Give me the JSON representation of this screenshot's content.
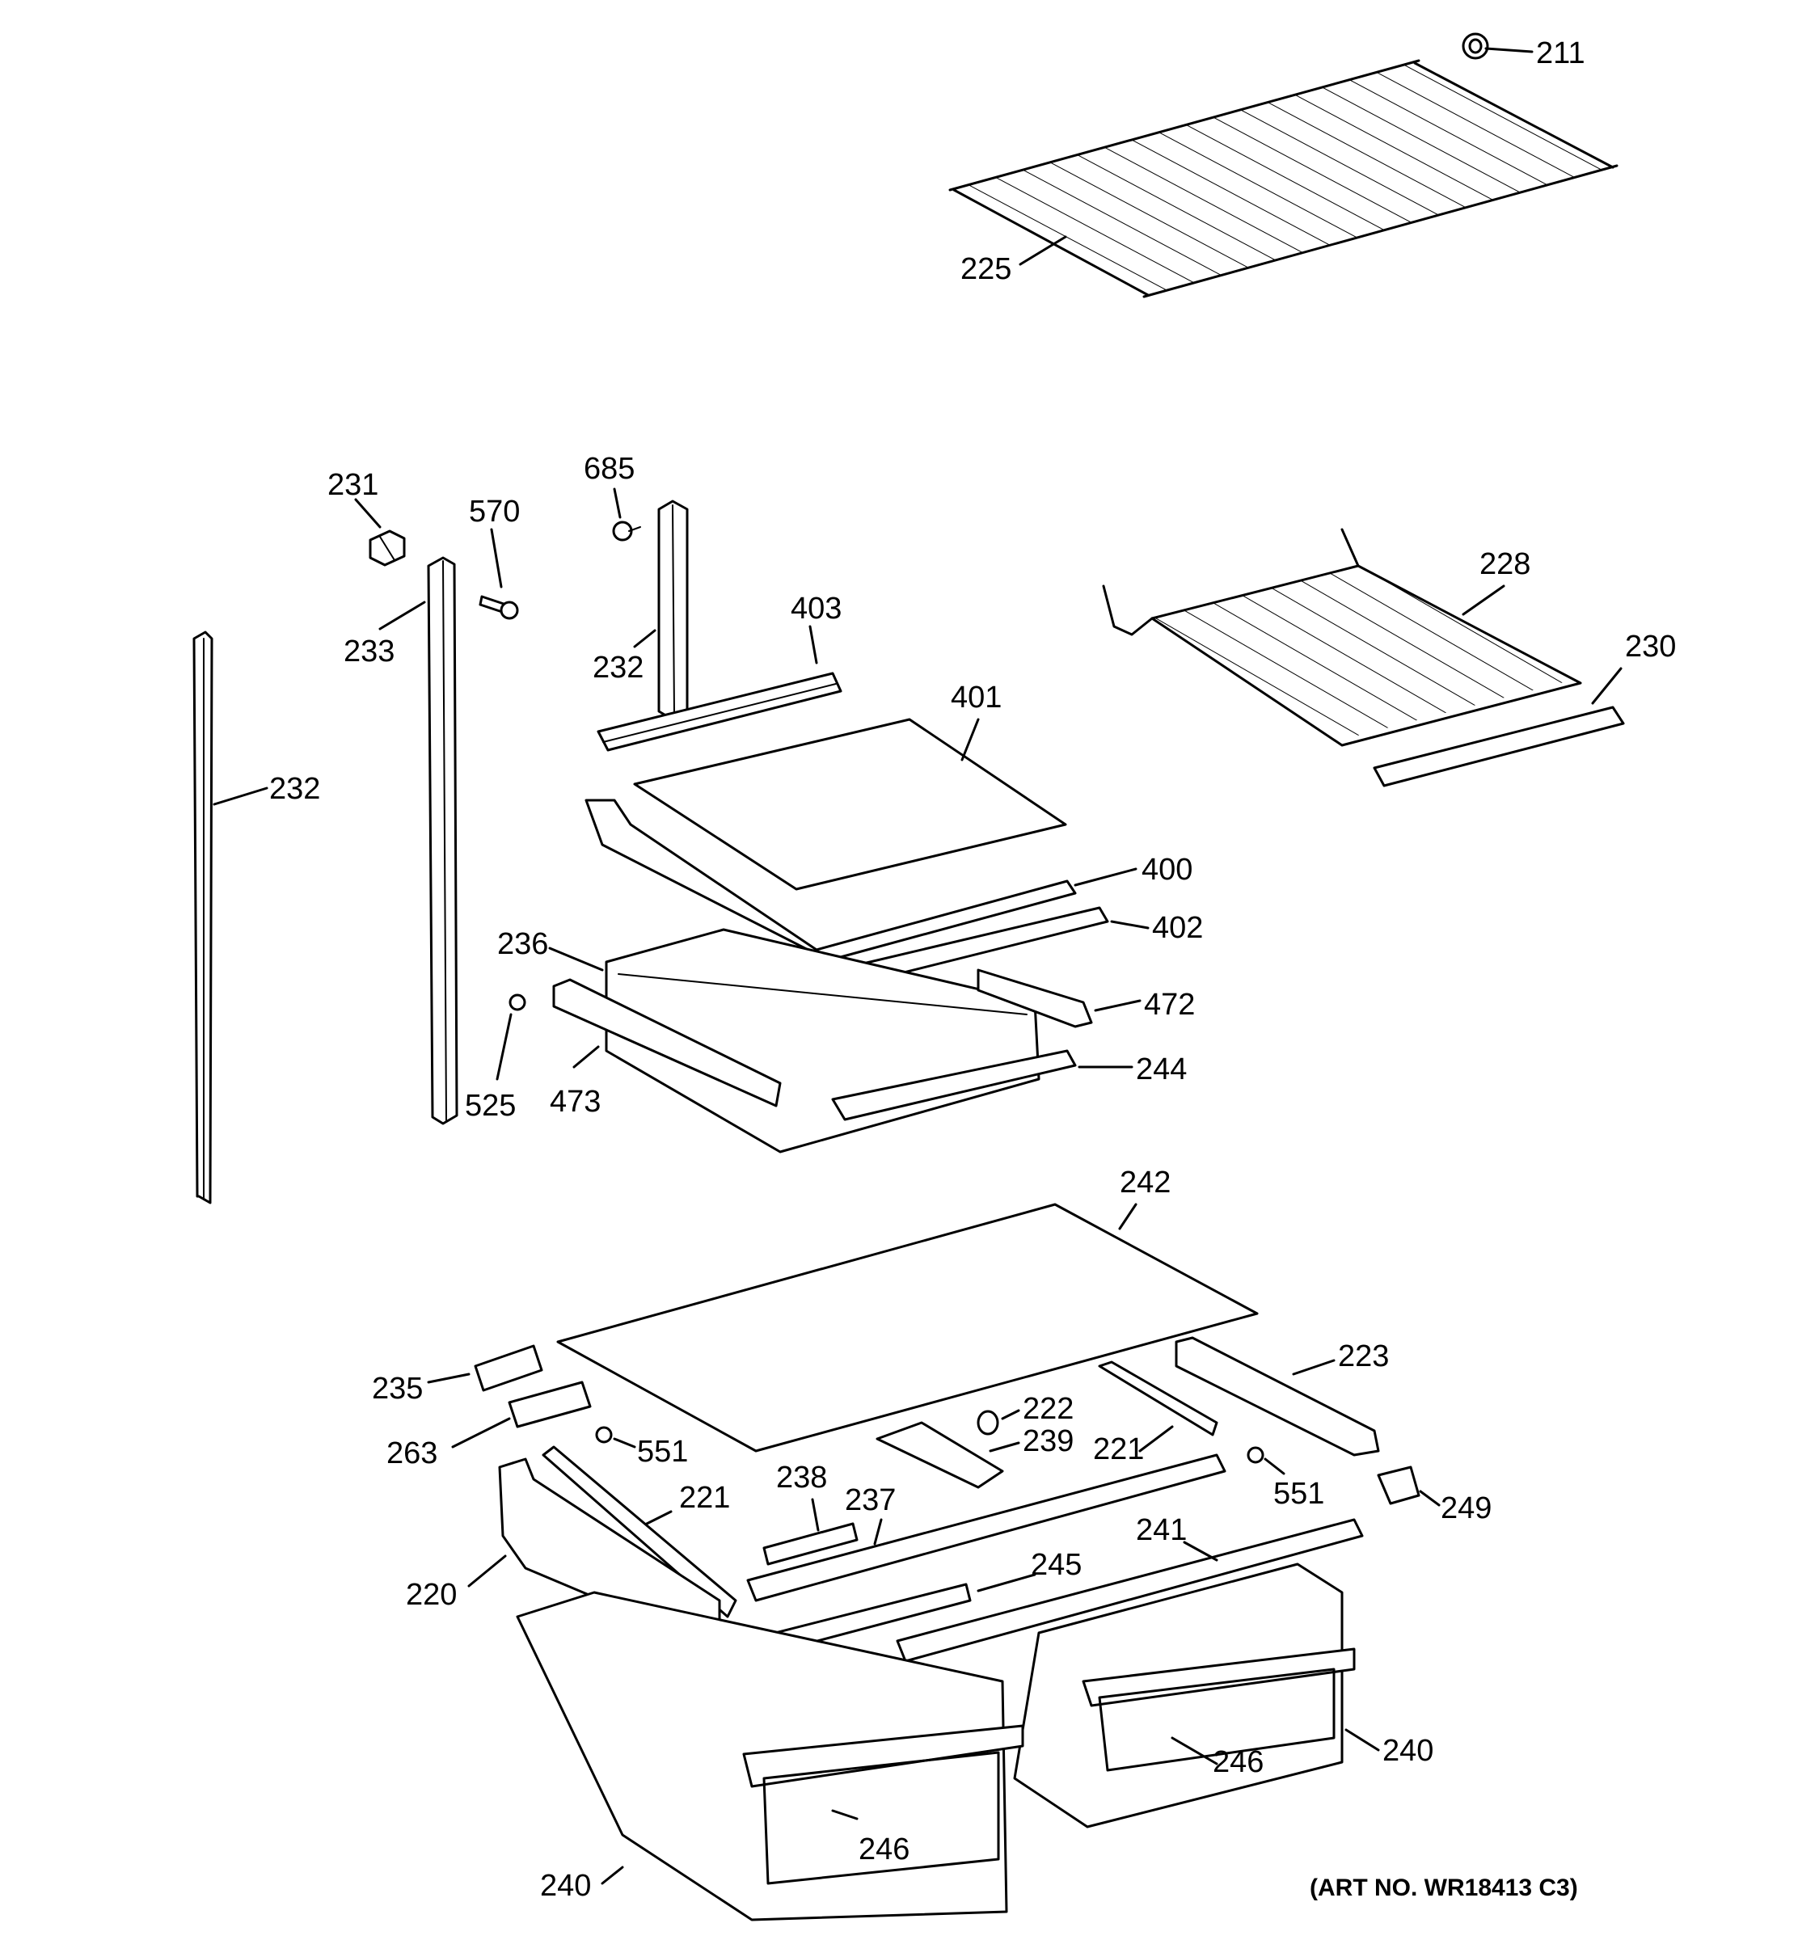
{
  "callouts": {
    "c211": "211",
    "c225": "225",
    "c231": "231",
    "c570": "570",
    "c685": "685",
    "c233": "233",
    "c232_mid": "232",
    "c232_left": "232",
    "c403": "403",
    "c401": "401",
    "c228": "228",
    "c230": "230",
    "c400": "400",
    "c402": "402",
    "c236": "236",
    "c472": "472",
    "c525": "525",
    "c473": "473",
    "c244": "244",
    "c242": "242",
    "c223": "223",
    "c235": "235",
    "c222": "222",
    "c239": "239",
    "c221_right": "221",
    "c263": "263",
    "c551_left": "551",
    "c551_right": "551",
    "c221_left": "221",
    "c238": "238",
    "c237": "237",
    "c249": "249",
    "c241": "241",
    "c245": "245",
    "c220": "220",
    "c240_right": "240",
    "c246_right": "246",
    "c246_left": "246",
    "c240_left": "240"
  },
  "art_number": "(ART NO. WR18413 C3)"
}
